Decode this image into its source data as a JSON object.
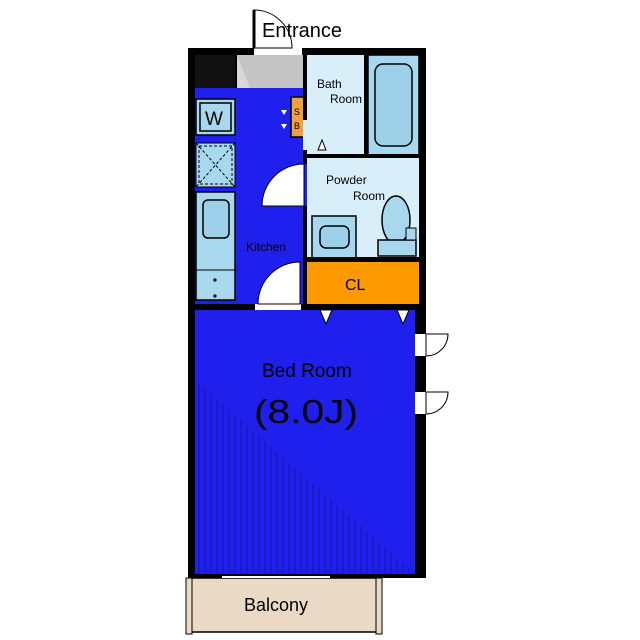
{
  "rooms": {
    "entrance": "Entrance",
    "bath_line1": "Bath",
    "bath_line2": "Room",
    "powder_line1": "Powder",
    "powder_line2": "Room",
    "kitchen": "Kitchen",
    "closet": "CL",
    "bedroom": "Bed Room",
    "bedroom_size": "(8.0J)",
    "balcony": "Balcony",
    "washer": "W",
    "shoe_box_1": "S",
    "shoe_box_2": "B"
  },
  "colors": {
    "floor_blue": "#2020ee",
    "fixture_blue": "#a8d8ee",
    "closet_orange": "#ff9900",
    "balcony_beige": "#ead9c4",
    "wall": "#000000",
    "shoe_box_orange": "#f0a040",
    "entrance_gray": "#d8d8d8"
  }
}
